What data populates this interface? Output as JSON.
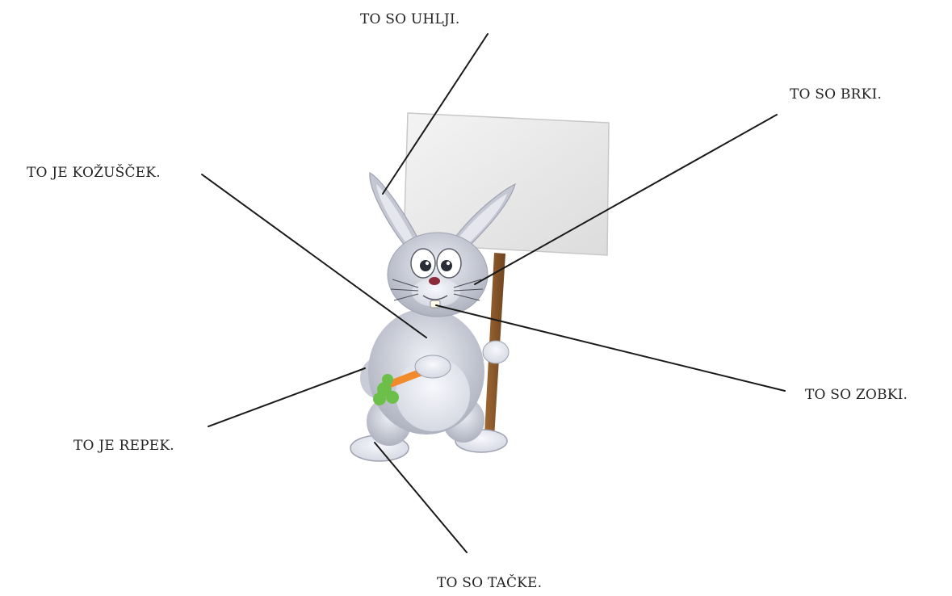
{
  "labels": {
    "ears": "TO SO UHLJI.",
    "whiskers": "TO SO BRKI.",
    "fur": "TO JE KOŽUŠČEK.",
    "teeth": "TO SO ZOBKI.",
    "tail": "TO JE REPEK.",
    "paws": "TO SO TAČKE."
  },
  "colors": {
    "fur": "#b9bcc8",
    "fur_light": "#e6e8f0",
    "sign": "#ececec",
    "pole": "#8a5a2b",
    "carrot": "#f08a2a",
    "leaves": "#6cc04a",
    "line": "#1a1a1a"
  }
}
